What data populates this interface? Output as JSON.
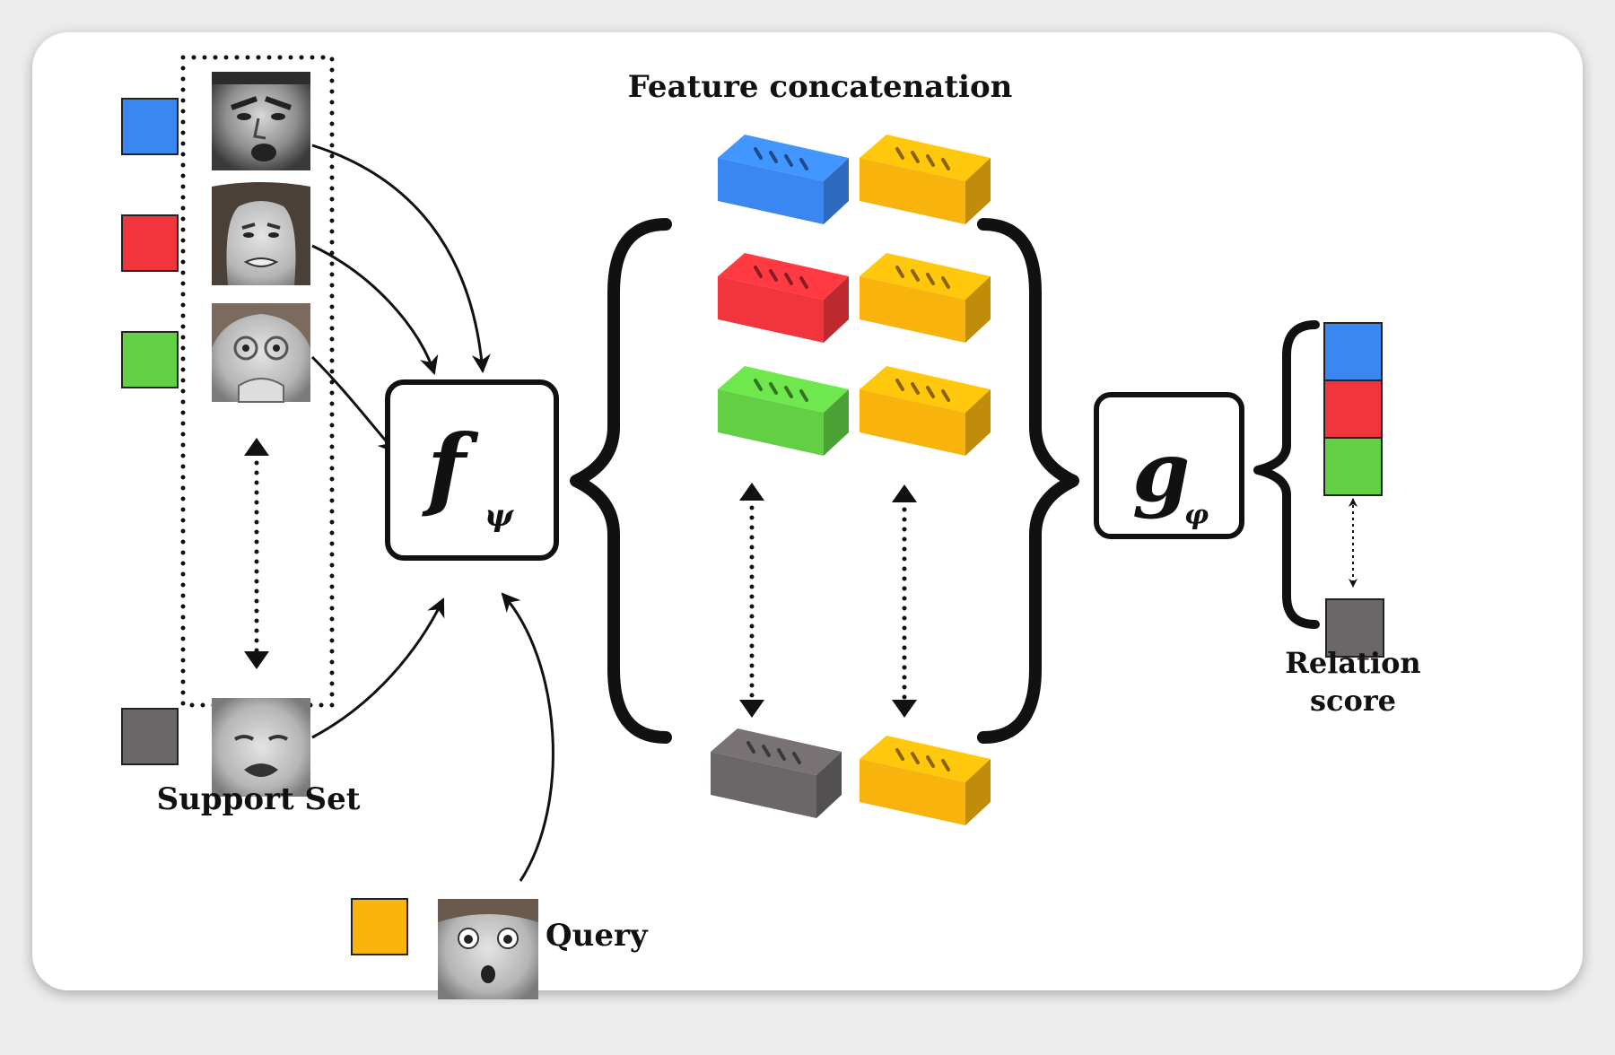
{
  "labels": {
    "feature_concat": "Feature concatenation",
    "support_set": "Support Set",
    "query": "Query",
    "relation_line1": "Relation",
    "relation_line2": "score",
    "f_symbol": "f",
    "f_subscript": "ψ",
    "g_symbol": "g",
    "g_subscript": "φ"
  },
  "colors": {
    "blue": "#3a87f2",
    "red": "#f2343c",
    "green": "#62cf44",
    "gray": "#6b6668",
    "orange": "#f8b30c"
  },
  "support_set": [
    {
      "class_color": "blue",
      "face": "angry-face"
    },
    {
      "class_color": "red",
      "face": "disgusted-face"
    },
    {
      "class_color": "green",
      "face": "fearful-face"
    },
    {
      "class_color": "gray",
      "face": "crying-baby-face"
    }
  ],
  "query": {
    "class_color": "orange",
    "face": "surprised-child-face"
  },
  "brick_pairs": [
    {
      "left": "blue",
      "right": "orange"
    },
    {
      "left": "red",
      "right": "orange"
    },
    {
      "left": "green",
      "right": "orange"
    },
    {
      "left": "gray",
      "right": "orange"
    }
  ],
  "relation_scores": [
    "blue",
    "red",
    "green",
    "gray"
  ]
}
